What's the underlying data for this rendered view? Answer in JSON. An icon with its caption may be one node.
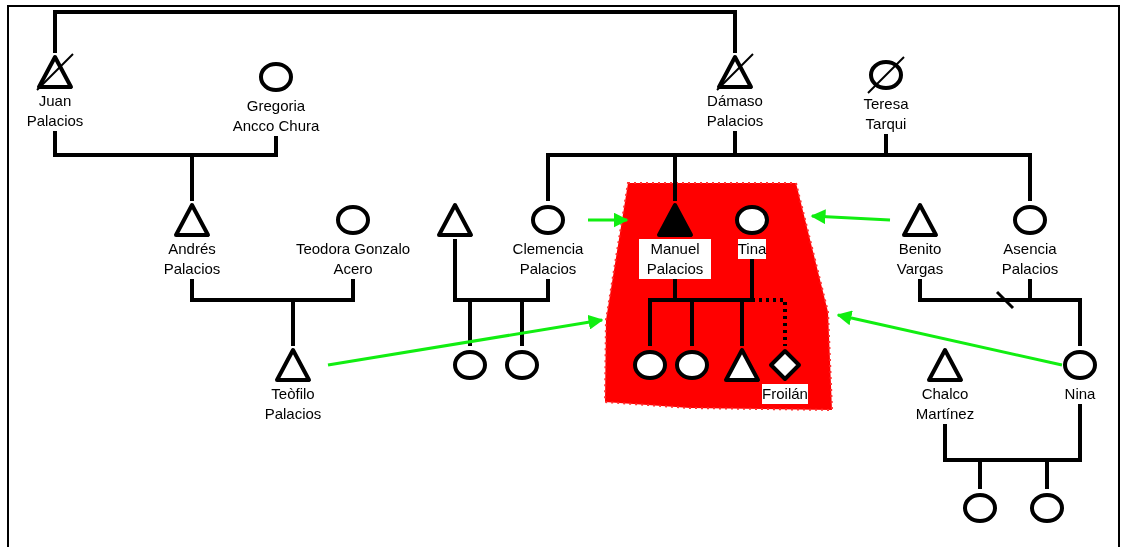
{
  "diagram": {
    "nodes": [
      {
        "text": [
          "Juan Palacios"
        ]
      },
      {
        "text": [
          "Gregoria Ancco Chura"
        ]
      },
      {
        "text": [
          "Dámaso Palacios"
        ]
      },
      {
        "text": [
          "Teresa Tarqui"
        ]
      },
      {
        "text": [
          "Andrés Palacios"
        ]
      },
      {
        "text": [
          "Teodora Gonzalo Acero"
        ]
      },
      {
        "text": [],
        "shape": "triangle"
      },
      {
        "text": [
          "Clemencia Palacios"
        ]
      },
      {
        "text": [],
        "shape": "polygon"
      },
      {
        "text": [
          "Manuel Palacios"
        ],
        "in": 8
      },
      {
        "text": [
          "Tina"
        ],
        "in": 8
      },
      {
        "text": [
          "Benito Vargas"
        ]
      },
      {
        "text": [
          "Asencia Palacios"
        ]
      },
      {
        "text": [
          "Teòfilo Palacios"
        ]
      },
      {
        "text": [],
        "shape": "circle"
      },
      {
        "text": [],
        "shape": "circle"
      },
      {
        "text": [],
        "shape": "circle",
        "in": 8
      },
      {
        "text": [],
        "shape": "circle",
        "in": 8
      },
      {
        "text": [],
        "shape": "triangle",
        "in": 8
      },
      {
        "text": [
          "Froilán"
        ],
        "in": 8
      },
      {
        "text": [
          "Chalco Martínez"
        ]
      },
      {
        "text": [
          "Nina"
        ]
      },
      {
        "text": [],
        "shape": "circle"
      },
      {
        "text": [],
        "shape": "circle"
      }
    ],
    "edges": [
      {
        "from": 0,
        "to": 2,
        "arrow": "none"
      },
      {
        "from": 0,
        "to": 4,
        "arrow": "none"
      },
      {
        "from": 1,
        "to": 4,
        "arrow": "none"
      },
      {
        "from": 4,
        "to": 13,
        "arrow": "none"
      },
      {
        "from": 5,
        "to": 13,
        "arrow": "none"
      },
      {
        "from": 2,
        "to": 7,
        "arrow": "none"
      },
      {
        "from": 3,
        "to": 7,
        "arrow": "none"
      },
      {
        "from": 2,
        "to": 9,
        "arrow": "none"
      },
      {
        "from": 3,
        "to": 9,
        "arrow": "none"
      },
      {
        "from": 2,
        "to": 12,
        "arrow": "none"
      },
      {
        "from": 3,
        "to": 12,
        "arrow": "none"
      },
      {
        "from": 6,
        "to": 14,
        "arrow": "none"
      },
      {
        "from": 7,
        "to": 14,
        "arrow": "none"
      },
      {
        "from": 6,
        "to": 15,
        "arrow": "none"
      },
      {
        "from": 7,
        "to": 15,
        "arrow": "none"
      },
      {
        "from": 9,
        "to": 16,
        "arrow": "none"
      },
      {
        "from": 10,
        "to": 16,
        "arrow": "none"
      },
      {
        "from": 9,
        "to": 17,
        "arrow": "none"
      },
      {
        "from": 10,
        "to": 17,
        "arrow": "none"
      },
      {
        "from": 9,
        "to": 18,
        "arrow": "none"
      },
      {
        "from": 10,
        "to": 18,
        "arrow": "none"
      },
      {
        "from": 9,
        "to": 19,
        "arrow": "none",
        "style": "dashed"
      },
      {
        "from": 10,
        "to": 19,
        "arrow": "none",
        "style": "dashed"
      },
      {
        "from": 11,
        "to": 21,
        "arrow": "none"
      },
      {
        "from": 12,
        "to": 21,
        "arrow": "none"
      },
      {
        "from": 20,
        "to": 22,
        "arrow": "none"
      },
      {
        "from": 21,
        "to": 22,
        "arrow": "none"
      },
      {
        "from": 20,
        "to": 23,
        "arrow": "none"
      },
      {
        "from": 21,
        "to": 23,
        "arrow": "none"
      },
      {
        "from": 7,
        "to": 8,
        "arrow": "to",
        "color": "#11ee11"
      },
      {
        "from": 11,
        "to": 8,
        "arrow": "to",
        "color": "#11ee11"
      },
      {
        "from": 13,
        "to": 8,
        "arrow": "to",
        "color": "#11ee11"
      },
      {
        "from": 21,
        "to": 8,
        "arrow": "to",
        "color": "#11ee11"
      }
    ]
  }
}
